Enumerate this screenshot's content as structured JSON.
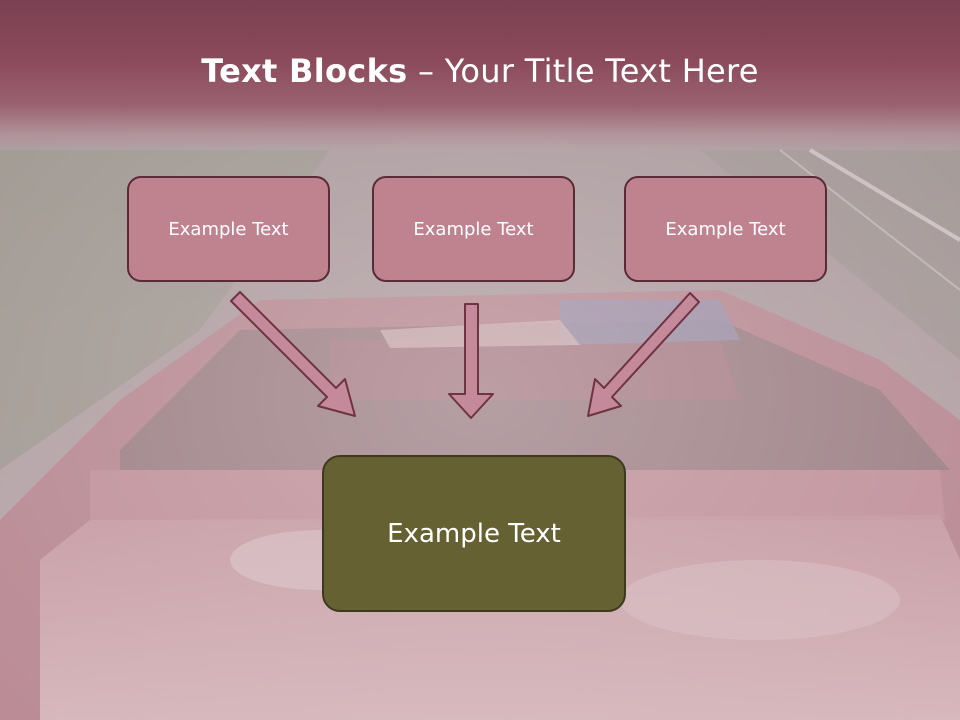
{
  "title": {
    "bold": "Text Blocks",
    "dash": " – ",
    "rest": "Your Title Text Here"
  },
  "blocks": [
    {
      "label": "Example Text"
    },
    {
      "label": "Example Text"
    },
    {
      "label": "Example Text"
    }
  ],
  "main_block": {
    "label": "Example Text"
  },
  "colors": {
    "header": "#8b4a5b",
    "block_fill": "#bf8390",
    "block_border": "#5a2b36",
    "main_fill": "#666133",
    "arrow_fill": "#c4899a"
  }
}
